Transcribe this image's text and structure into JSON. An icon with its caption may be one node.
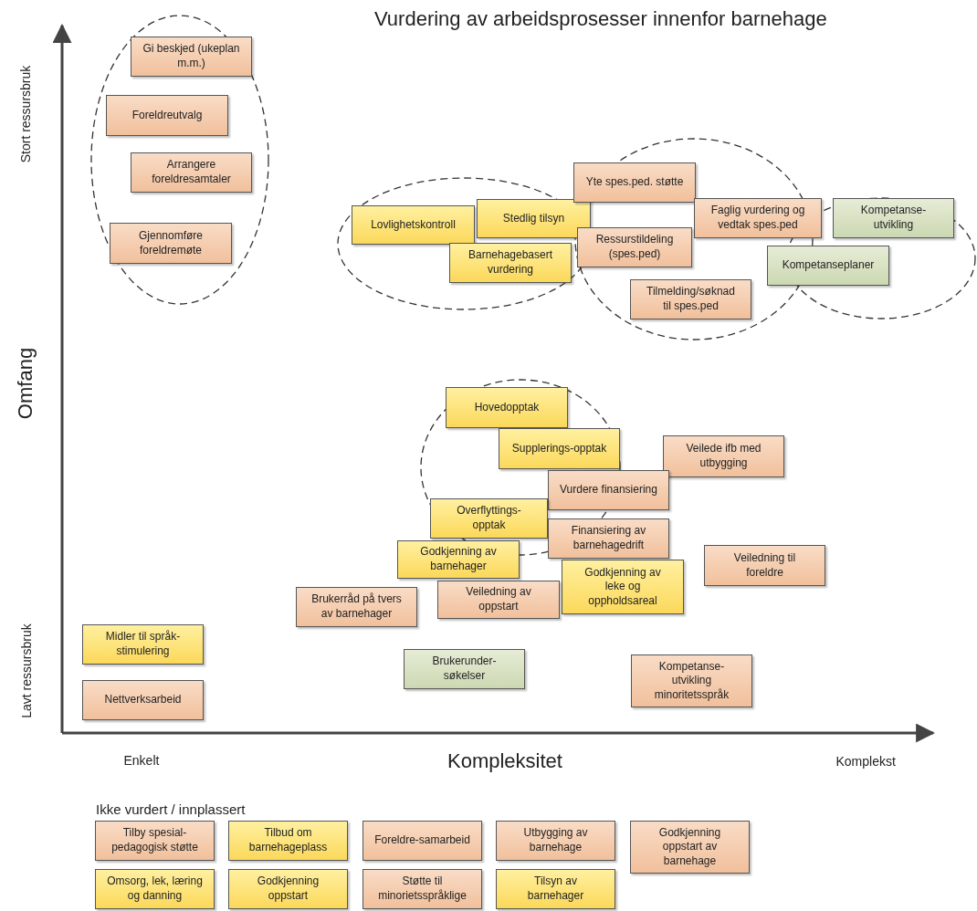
{
  "diagram": {
    "title": "Vurdering av arbeidsprosesser innenfor barnehage",
    "nodes": [
      {
        "text": [
          "Gi beskjed (ukeplan m.m.)"
        ]
      },
      {
        "text": [
          "Foreldreutvalg"
        ]
      },
      {
        "text": [
          "Arrangere foreldresamtaler"
        ]
      },
      {
        "text": [
          "Gjennomføre foreldremøte"
        ]
      },
      {
        "text": [
          "Lovlighetskontroll"
        ]
      },
      {
        "text": [
          "Stedlig tilsyn"
        ]
      },
      {
        "text": [
          "Barnehagebasert vurdering"
        ]
      },
      {
        "text": [
          "Yte spes.ped. støtte"
        ]
      },
      {
        "text": [
          "Faglig vurdering og vedtak spes.ped"
        ]
      },
      {
        "text": [
          "Kompetanse-utvikling"
        ]
      },
      {
        "text": [
          "Ressurstildeling (spes.ped)"
        ]
      },
      {
        "text": [
          "Kompetanseplaner"
        ]
      },
      {
        "text": [
          "Tilmelding/søknad til spes.ped"
        ]
      },
      {
        "text": [
          "Hovedopptak"
        ]
      },
      {
        "text": [
          "Supplerings-opptak"
        ]
      },
      {
        "text": [
          "Veilede ifb med utbygging"
        ]
      },
      {
        "text": [
          "Vurdere finansiering"
        ]
      },
      {
        "text": [
          "Overflyttings-opptak"
        ]
      },
      {
        "text": [
          "Finansiering av barnehagedrift"
        ]
      },
      {
        "text": [
          "Godkjenning av barnehager"
        ]
      },
      {
        "text": [
          "Veiledning til foreldre"
        ]
      },
      {
        "text": [
          "Godkjenning av leke og oppholdsareal"
        ]
      },
      {
        "text": [
          "Brukerråd på tvers av barnehager"
        ]
      },
      {
        "text": [
          "Veiledning av oppstart"
        ]
      },
      {
        "text": [
          "Midler til språk-stimulering"
        ]
      },
      {
        "text": [
          "Brukerunder-søkelser"
        ]
      },
      {
        "text": [
          "Kompetanse-utvikling minoritetsspråk"
        ]
      },
      {
        "text": [
          "Nettverksarbeid"
        ]
      },
      {
        "text": [
          "Tilby spesial-pedagogisk støtte"
        ]
      },
      {
        "text": [
          "Tilbud om barnehageplass"
        ]
      },
      {
        "text": [
          "Foreldre-samarbeid"
        ]
      },
      {
        "text": [
          "Utbygging av barnehage"
        ]
      },
      {
        "text": [
          "Godkjenning oppstart av barnehage"
        ]
      },
      {
        "text": [
          "Omsorg, lek, læring og danning"
        ]
      },
      {
        "text": [
          "Godkjenning oppstart"
        ]
      },
      {
        "text": [
          "Støtte til minorietsspråklige"
        ]
      },
      {
        "text": [
          "Tilsyn av barnehager"
        ]
      }
    ],
    "labels": [
      "Stort ressursbruk",
      "Omfang",
      "Lavt ressursbruk",
      "Enkelt",
      "Kompleksitet",
      "Komplekst",
      "Ikke vurdert / innplassert"
    ]
  }
}
